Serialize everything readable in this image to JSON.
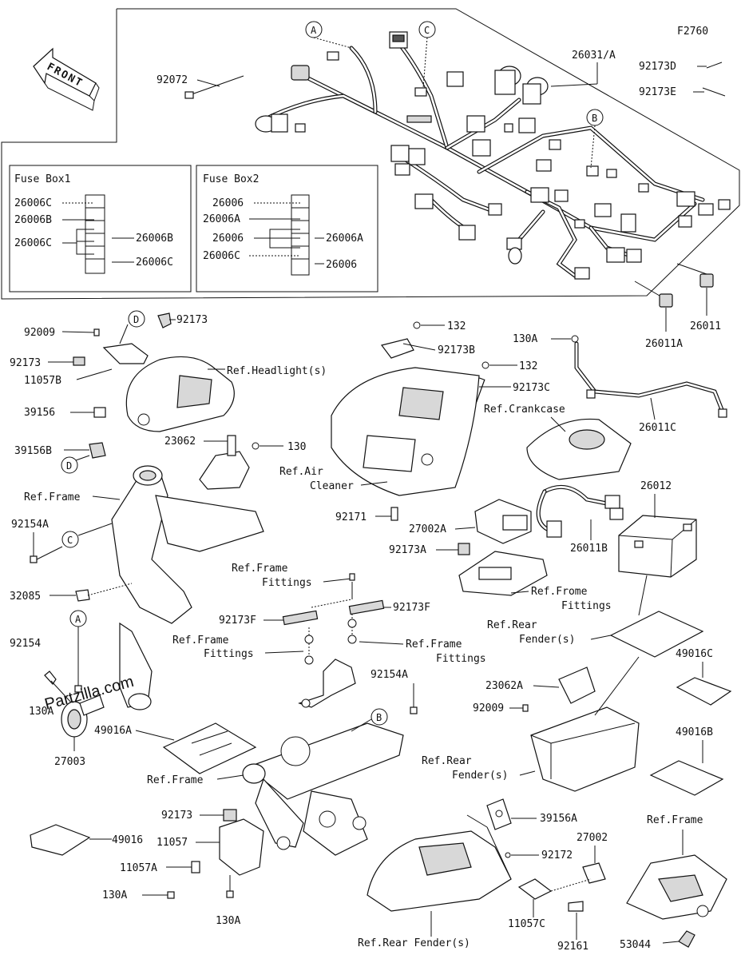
{
  "diagram_code": "F2760",
  "front_arrow": "FRONT",
  "watermark": "Partzilla.com",
  "fuse_box_1": {
    "title": "Fuse Box1",
    "left": [
      "26006C",
      "26006B",
      "26006C"
    ],
    "right": [
      "26006B",
      "26006C"
    ]
  },
  "fuse_box_2": {
    "title": "Fuse Box2",
    "left": [
      "26006",
      "26006A",
      "26006",
      "26006C"
    ],
    "right": [
      "26006A",
      "26006"
    ]
  },
  "callouts": [
    "A",
    "B",
    "C",
    "D"
  ],
  "labels": {
    "p26031A": "26031/A",
    "p92072": "92072",
    "p92173D": "92173D",
    "p92173E": "92173E",
    "p26011": "26011",
    "p26011A": "26011A",
    "p92009a": "92009",
    "p92173a": "92173",
    "p92173b": "92173",
    "p11057B": "11057B",
    "p39156": "39156",
    "refHeadlight": "Ref.Headlight(s)",
    "p39156B": "39156B",
    "p23062": "23062",
    "p130": "130",
    "refFrame1": "Ref.Frame",
    "p92154A": "92154A",
    "p32085": "32085",
    "p92154": "92154",
    "p130A1": "130A",
    "p27003": "27003",
    "p132a": "132",
    "p92173B": "92173B",
    "p132b": "132",
    "p92173C": "92173C",
    "refAirCleaner1": "Ref.Air",
    "refAirCleaner2": "Cleaner",
    "p92171": "92171",
    "p130A2": "130A",
    "refCrankcase": "Ref.Crankcase",
    "p26011C": "26011C",
    "p26012": "26012",
    "p27002A": "27002A",
    "p92173A": "92173A",
    "p26011B": "26011B",
    "refFrameFittings1a": "Ref.Frame",
    "refFrameFittings1b": "Fittings",
    "p92173F1": "92173F",
    "p92173F2": "92173F",
    "refFrameFittings2a": "Ref.Frame",
    "refFrameFittings2b": "Fittings",
    "refFrameFittings3a": "Ref.Frame",
    "refFrameFittings3b": "Fittings",
    "refFromeFittings1": "Ref.Frome",
    "refFromeFittings2": "Fittings",
    "refRearFender1a": "Ref.Rear",
    "refRearFender1b": "Fender(s)",
    "p49016C": "49016C",
    "p92154A2": "92154A",
    "p23062A": "23062A",
    "p92009b": "92009",
    "p49016B": "49016B",
    "p49016A": "49016A",
    "refRearFender2a": "Ref.Rear",
    "refRearFender2b": "Fender(s)",
    "refFrame2": "Ref.Frame",
    "p92173c": "92173",
    "p49016": "49016",
    "p11057": "11057",
    "p11057A": "11057A",
    "p130A3": "130A",
    "p130A4": "130A",
    "p39156A": "39156A",
    "p27002": "27002",
    "p92172": "92172",
    "refFrame3": "Ref.Frame",
    "refRearFender3": "Ref.Rear Fender(s)",
    "p11057C": "11057C",
    "p92161": "92161",
    "p53044": "53044"
  }
}
